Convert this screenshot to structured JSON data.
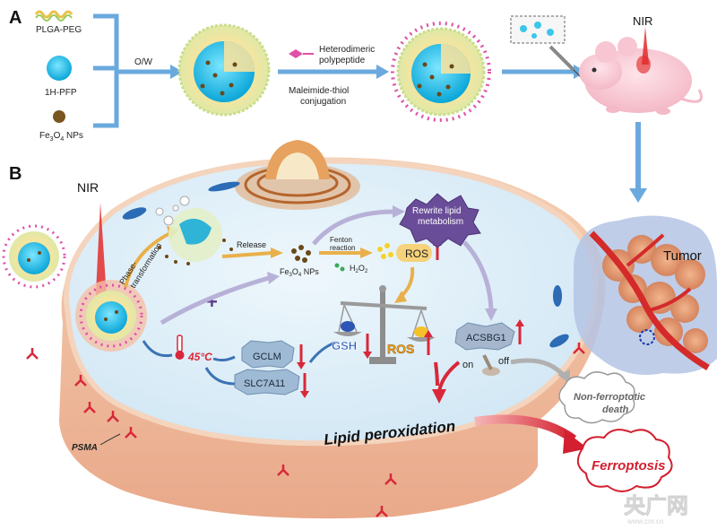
{
  "panel_a": {
    "label": "A",
    "materials": [
      {
        "name": "PLGA-PEG",
        "color": "#e8c24a"
      },
      {
        "name": "1H-PFP",
        "color": "#3cc6ea"
      },
      {
        "name": "Fe3O4 NPs",
        "sub": "3",
        "sub2": "4",
        "color": "#7a5520"
      }
    ],
    "ow_label": "O/W",
    "peptide_label_line1": "Heterodimeric",
    "peptide_label_line2": "polypeptide",
    "conjugation_line1": "Maleimide-thiol",
    "conjugation_line2": "conjugation",
    "nir_label": "NIR"
  },
  "panel_b": {
    "label": "B",
    "nir_label": "NIR",
    "phase_line1": "Phase-",
    "phase_line2": "transformation",
    "release_label": "Release",
    "fe_label": "Fe3O4 NPs",
    "fenton_line1": "Fenton",
    "fenton_line2": "reaction",
    "h2o2_label": "H2O2",
    "ros_top": "ROS",
    "rewrite_line1": "Rewrite lipid",
    "rewrite_line2": "metabolism",
    "temp_label": "45°C",
    "plus_label": "+",
    "gclm_label": "GCLM",
    "slc_label": "SLC7A11",
    "gsh_label": "GSH",
    "ros_balance": "ROS",
    "acsbg1_label": "ACSBG1",
    "on_label": "on",
    "off_label": "off",
    "non_ferro_line1": "Non-ferroptotic",
    "non_ferro_line2": "death",
    "lipid_label": "Lipid peroxidation",
    "ferroptosis_label": "Ferroptosis",
    "psma_label": "PSMA",
    "tumor_label": "Tumor"
  },
  "watermark": {
    "text": "央广网",
    "url": "www.cnr.cn"
  },
  "colors": {
    "arrow_blue": "#6aa9dd",
    "cell_fill": "#d9edf8",
    "membrane": "#f2c3a3",
    "red_arrow": "#d8283a",
    "purple": "#5b3d8f",
    "ros_yellow": "#f4b32a"
  }
}
